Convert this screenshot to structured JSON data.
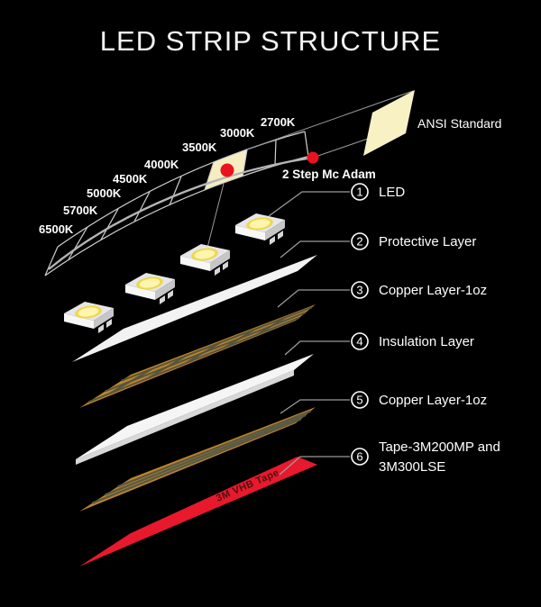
{
  "title": "LED STRIP STRUCTURE",
  "cct_chart": {
    "scale_labels": [
      "6500K",
      "5700K",
      "5000K",
      "4500K",
      "4000K",
      "3500K",
      "3000K",
      "2700K"
    ],
    "highlighted_bin": "3000K",
    "ansi_label": "ANSI Standard",
    "mcadam_label": "2 Step Mc Adam"
  },
  "layers": [
    {
      "num": "1",
      "label": "LED"
    },
    {
      "num": "2",
      "label": "Protective Layer"
    },
    {
      "num": "3",
      "label": "Copper Layer-1oz"
    },
    {
      "num": "4",
      "label": "Insulation Layer"
    },
    {
      "num": "5",
      "label": "Copper Layer-1oz"
    },
    {
      "num": "6",
      "label": "Tape-3M200MP and",
      "label2": "3M300LSE"
    }
  ],
  "tape_label": "3M VHB Tape",
  "colors": {
    "background": "#000000",
    "tape_red": "#e8192c",
    "copper": "#c08429",
    "copper_trace": "#55553e",
    "highlight_yellow": "#f6eec1",
    "marker_red": "#e8131d",
    "layer_white": "#f2f2f2"
  }
}
